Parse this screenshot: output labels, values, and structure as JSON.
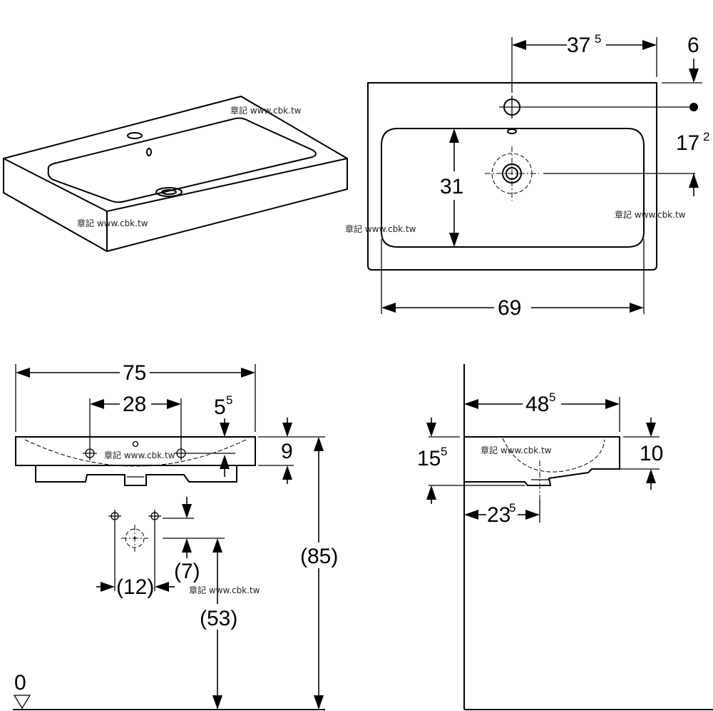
{
  "watermark": "章記 www.cbk.tw",
  "top_view": {
    "width_overall": "37",
    "width_overall_sup": "5",
    "edge_offset": "6",
    "tap_hole_offset": "17",
    "tap_hole_offset_sup": "2",
    "bowl_depth": "31",
    "bowl_width": "69"
  },
  "front_view": {
    "overall_width": "75",
    "fixing_spacing": "28",
    "rim_offset": "5",
    "rim_offset_sup": "5",
    "rim_height": "9",
    "waste_spacing": "(12)",
    "waste_offset": "(7)",
    "waste_height": "(53)",
    "install_height": "(85)",
    "floor_level": "0"
  },
  "side_view": {
    "depth": "48",
    "depth_sup": "5",
    "thickness_label": "15",
    "thickness_label_sup": "5",
    "rim": "10",
    "waste_from_wall": "23",
    "waste_from_wall_sup": "5"
  }
}
